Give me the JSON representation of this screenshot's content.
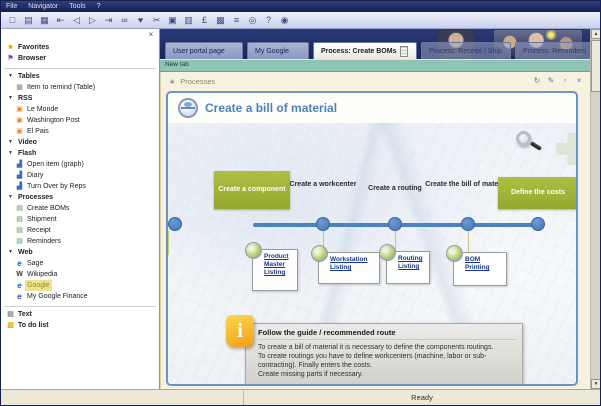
{
  "menu": {
    "items": [
      "File",
      "Navigator",
      "Tools",
      "?"
    ]
  },
  "toolbar": {
    "icons": [
      {
        "icon_name": "new-icon",
        "glyph": "□"
      },
      {
        "icon_name": "print-icon",
        "glyph": "▤"
      },
      {
        "icon_name": "save-icon",
        "glyph": "▦"
      },
      {
        "icon_name": "first-record-icon",
        "glyph": "⇤"
      },
      {
        "icon_name": "previous-record-icon",
        "glyph": "◁"
      },
      {
        "icon_name": "next-record-icon",
        "glyph": "▷"
      },
      {
        "icon_name": "last-record-icon",
        "glyph": "⇥"
      },
      {
        "icon_name": "link-icon",
        "glyph": "∞"
      },
      {
        "icon_name": "favorites-icon",
        "glyph": "♥"
      },
      {
        "icon_name": "cut-icon",
        "glyph": "✂"
      },
      {
        "icon_name": "copy-icon",
        "glyph": "▣"
      },
      {
        "icon_name": "paste-icon",
        "glyph": "▥"
      },
      {
        "icon_name": "currency-icon",
        "glyph": "£"
      },
      {
        "icon_name": "grid-icon",
        "glyph": "▩"
      },
      {
        "icon_name": "sql-icon",
        "glyph": "≡"
      },
      {
        "icon_name": "info-icon",
        "glyph": "◎"
      },
      {
        "icon_name": "help-icon",
        "glyph": "?"
      },
      {
        "icon_name": "web-icon",
        "glyph": "◉"
      }
    ]
  },
  "sidebar": {
    "close_glyph": "×",
    "entries": [
      {
        "type": "root",
        "icon_name": "star-icon",
        "cls": "gold",
        "glyph": "★",
        "label": "Favorites"
      },
      {
        "type": "root",
        "icon_name": "browser-pin-icon",
        "cls": "purple",
        "glyph": "⚑",
        "label": "Browser"
      },
      {
        "type": "sep",
        "glyph": "",
        "label": ""
      },
      {
        "type": "section",
        "icon_name": "collapse-arrow-icon",
        "glyph": "▼",
        "label": "Tables"
      },
      {
        "type": "item",
        "icon_name": "table-icon",
        "cls": "gray",
        "glyph": "▦",
        "label": "Item to remind (Table)"
      },
      {
        "type": "section",
        "icon_name": "collapse-arrow-icon",
        "glyph": "▼",
        "label": "RSS"
      },
      {
        "type": "item",
        "icon_name": "rss-icon",
        "cls": "orange",
        "glyph": "▣",
        "label": "Le Monde"
      },
      {
        "type": "item",
        "icon_name": "rss-icon",
        "cls": "orange",
        "glyph": "▣",
        "label": "Washington Post"
      },
      {
        "type": "item",
        "icon_name": "rss-icon",
        "cls": "orange",
        "glyph": "▣",
        "label": "El Pais"
      },
      {
        "type": "section",
        "icon_name": "collapse-arrow-icon",
        "glyph": "▼",
        "label": "Video"
      },
      {
        "type": "section",
        "icon_name": "collapse-arrow-icon",
        "glyph": "▼",
        "label": "Flash"
      },
      {
        "type": "item",
        "icon_name": "chart-icon",
        "cls": "blue",
        "glyph": "▟",
        "label": "Open item (graph)"
      },
      {
        "type": "item",
        "icon_name": "chart-icon",
        "cls": "blue",
        "glyph": "▟",
        "label": "Diary"
      },
      {
        "type": "item",
        "icon_name": "chart-icon",
        "cls": "blue",
        "glyph": "▟",
        "label": "Turn Over by Reps"
      },
      {
        "type": "section",
        "icon_name": "collapse-arrow-icon",
        "glyph": "▼",
        "label": "Processes"
      },
      {
        "type": "item",
        "icon_name": "process-icon",
        "cls": "green",
        "glyph": "▤",
        "label": "Create BOMs"
      },
      {
        "type": "item",
        "icon_name": "process-icon",
        "cls": "green",
        "glyph": "▤",
        "label": "Shipment"
      },
      {
        "type": "item",
        "icon_name": "process-icon",
        "cls": "green",
        "glyph": "▤",
        "label": "Receipt"
      },
      {
        "type": "item",
        "icon_name": "process-icon",
        "cls": "green",
        "glyph": "▤",
        "label": "Reminders"
      },
      {
        "type": "section",
        "icon_name": "collapse-arrow-icon",
        "glyph": "▼",
        "label": "Web"
      },
      {
        "type": "item",
        "icon_name": "browser-e-icon",
        "cls": "ie",
        "glyph": "e",
        "label": "Sage"
      },
      {
        "type": "item",
        "icon_name": "wikipedia-icon",
        "cls": "dark",
        "glyph": "W",
        "label": "Wikipedia"
      },
      {
        "type": "item",
        "icon_name": "browser-e-icon",
        "cls": "ie",
        "glyph": "e",
        "label": "Google",
        "selected": true
      },
      {
        "type": "item",
        "icon_name": "browser-e-icon",
        "cls": "ie",
        "glyph": "e",
        "label": "My Google Finance"
      },
      {
        "type": "sep",
        "glyph": "",
        "label": ""
      },
      {
        "type": "root",
        "icon_name": "text-icon",
        "cls": "gray",
        "glyph": "▤",
        "label": "Text"
      },
      {
        "type": "root",
        "icon_name": "todo-icon",
        "cls": "gold",
        "glyph": "▧",
        "label": "To do list"
      }
    ]
  },
  "tabs": {
    "items": [
      {
        "label": "User portal page",
        "state": "inactive"
      },
      {
        "label": "My Google",
        "state": "inactive"
      },
      {
        "label": "Process: Create BOMs",
        "state": "active"
      },
      {
        "label": "Process: Receipt / Ship",
        "state": "faded"
      },
      {
        "label": "Process: Reminders",
        "state": "faded"
      }
    ],
    "new_tab_label": "New tab"
  },
  "panel": {
    "bullet": "∗",
    "title": "Processes",
    "controls": [
      {
        "icon_name": "refresh-icon",
        "glyph": "↻"
      },
      {
        "icon_name": "edit-icon",
        "glyph": "✎"
      },
      {
        "icon_name": "maximize-icon",
        "glyph": "▫"
      },
      {
        "icon_name": "close-icon",
        "glyph": "×"
      }
    ]
  },
  "process": {
    "title": "Create a bill of material",
    "steps": [
      {
        "label": "Create a component",
        "type": "box"
      },
      {
        "label": "Create a workcenter",
        "type": "text"
      },
      {
        "label": "Create a routing",
        "type": "text"
      },
      {
        "label": "Create the bill of material",
        "type": "text"
      },
      {
        "label": "Define the costs",
        "type": "box"
      }
    ],
    "links": [
      {
        "label": "Product Master Listing"
      },
      {
        "label": "Workstation Listing"
      },
      {
        "label": "Routing Listing"
      },
      {
        "label": "BOM Printing"
      }
    ],
    "guide": {
      "icon_glyph": "i",
      "title": "Follow the guide / recommended route",
      "lines": [
        "To create a bill of material it is necessary to define the components routings.",
        "To create routings you have to define workcenters (machine, labor or sub-contracting). Finally enters the costs.",
        "Create missing parts if necessary."
      ]
    }
  },
  "statusbar": {
    "ready": "Ready"
  }
}
